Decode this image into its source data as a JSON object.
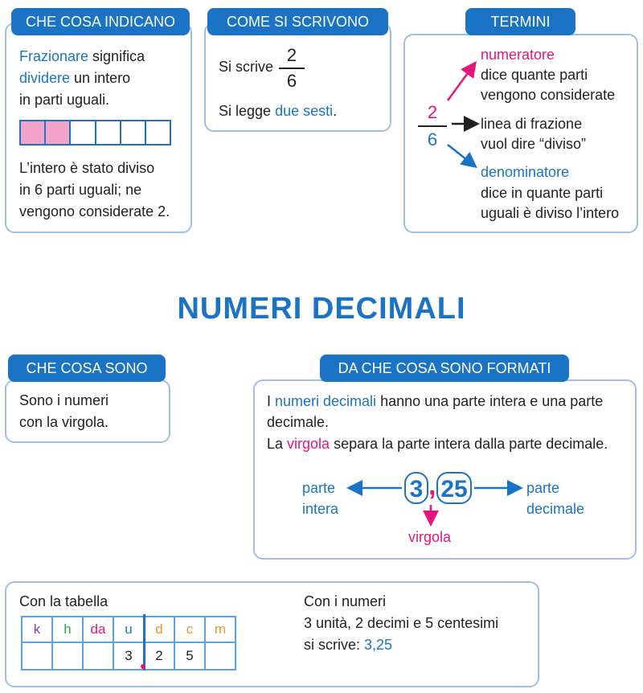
{
  "card_indicano": {
    "tab": "CHE COSA INDICANO",
    "line1_a": "Frazionare",
    "line1_b": " significa",
    "line2_a": "dividere",
    "line2_b": " un intero",
    "line3": "in parti uguali.",
    "bar_parts_total": 6,
    "bar_parts_colored": 2,
    "line4": "L’intero è stato diviso",
    "line5": "in 6 parti uguali; ne",
    "line6": "vengono considerate 2."
  },
  "card_scrivono": {
    "tab": "COME SI SCRIVONO",
    "si_scrive": "Si scrive",
    "numerator": "2",
    "denominator": "6",
    "si_legge": "Si legge ",
    "due_sesti": "due sesti",
    "period": "."
  },
  "card_termini": {
    "tab": "TERMINI",
    "numerator": "2",
    "denominator": "6",
    "num_title": "numeratore",
    "num_desc1": "dice quante parti",
    "num_desc2": "vengono considerate",
    "line_title": "linea di frazione",
    "line_desc": "vuol dire “diviso”",
    "den_title": "denominatore",
    "den_desc1": "dice in quante parti",
    "den_desc2": "uguali è diviso l’intero"
  },
  "section_title": "NUMERI DECIMALI",
  "card_sono": {
    "tab": "CHE COSA SONO",
    "line1": "Sono i numeri",
    "line2": "con la virgola."
  },
  "card_formati": {
    "tab": "DA CHE COSA SONO FORMATI",
    "l1_a": "I ",
    "l1_b": "numeri decimali",
    "l1_c": " hanno una parte intera e una parte",
    "l2": "decimale.",
    "l3_a": "La ",
    "l3_b": "virgola",
    "l3_c": " separa la parte intera dalla parte decimale.",
    "intero_num": "3",
    "comma": ",",
    "decimale_num": "25",
    "parte_intera_1": "parte",
    "parte_intera_2": "intera",
    "parte_decimale_1": "parte",
    "parte_decimale_2": "decimale",
    "virgola_label": "virgola"
  },
  "card_tabella": {
    "title": "Con la tabella",
    "headers": [
      "k",
      "h",
      "da",
      "u",
      "d",
      "c",
      "m"
    ],
    "header_colors": [
      "#8a3ab9",
      "#2ea84a",
      "#e6157a",
      "#1a73c4",
      "#f0932b",
      "#f0932b",
      "#f0932b"
    ],
    "values": [
      "",
      "",
      "",
      "3",
      "2",
      "5",
      ""
    ],
    "numeri_title": "Con i numeri",
    "numeri_line1": "3 unità, 2 decimi e 5 centesimi",
    "numeri_line2_a": "si scrive: ",
    "numeri_line2_b": "3,25"
  }
}
